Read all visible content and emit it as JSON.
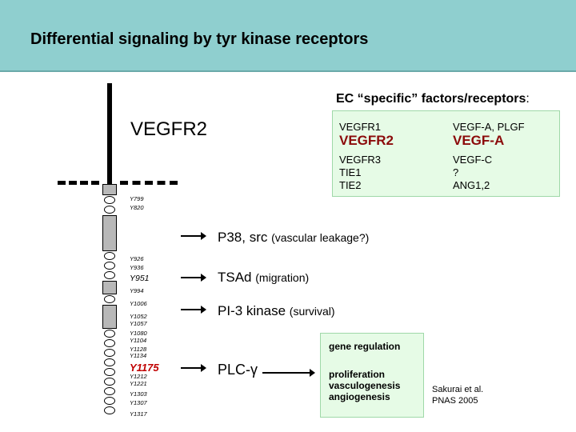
{
  "header": {
    "title": "Differential signaling by tyr kinase receptors"
  },
  "subtitle": {
    "bold": "EC “specific” factors/receptors",
    "rest": ":"
  },
  "receptor_label": "VEGFR2",
  "table": {
    "rows": [
      {
        "receptor": "VEGFR1",
        "ligand": "VEGF-A, PLGF",
        "highlight": false
      },
      {
        "receptor": "VEGFR2",
        "ligand": "VEGF-A",
        "highlight": true
      },
      {
        "receptor": "VEGFR3",
        "ligand": "VEGF-C",
        "highlight": false
      },
      {
        "receptor": "TIE1",
        "ligand": "?",
        "highlight": false
      },
      {
        "receptor": "TIE2",
        "ligand": "ANG1,2",
        "highlight": false
      }
    ],
    "highlight_color": "#8b0a0a"
  },
  "sites": [
    "Y799",
    "Y820",
    "Y926",
    "Y936",
    "Y951",
    "Y994",
    "Y1006",
    "Y1052",
    "Y1057",
    "Y1080",
    "Y1104",
    "Y1128",
    "Y1134",
    "Y1175",
    "Y1212",
    "Y1221",
    "Y1303",
    "Y1307",
    "Y1317"
  ],
  "pathways": [
    {
      "main": "P38, src",
      "paren": "(vascular leakage?)"
    },
    {
      "main": "TSAd",
      "paren": "(migration)"
    },
    {
      "main": "PI-3 kinase",
      "paren": "(survival)"
    }
  ],
  "plc_label": "PLC-γ",
  "gene_box": {
    "title": "gene regulation",
    "lines": [
      "proliferation",
      "vasculogenesis",
      "angiogenesis"
    ]
  },
  "reference": {
    "line1": "Sakurai et al.",
    "line2": "PNAS 2005"
  },
  "colors": {
    "header_bg": "#8fcfcf",
    "box_bg": "#e6fbe6",
    "accent_red": "#c00000"
  }
}
